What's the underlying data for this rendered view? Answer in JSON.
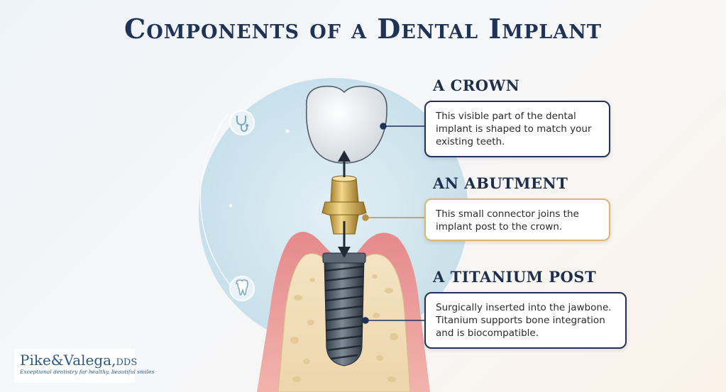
{
  "title": "Components of a Dental Implant",
  "components": [
    {
      "heading": "A CROWN",
      "description": "This visible part of the dental implant is shaped to match your existing teeth."
    },
    {
      "heading": "AN ABUTMENT",
      "description": "This small connector joins the implant post to the crown."
    },
    {
      "heading": "A TITANIUM POST",
      "description": "Surgically inserted into the jawbone. Titanium supports bone integration and is biocompatible."
    }
  ],
  "logo": {
    "name": "Pike&Valega,",
    "suffix": "DDS",
    "tagline": "Exceptional dentistry for healthy, beautiful smiles"
  },
  "icons": [
    "stethoscope-icon",
    "tooth-icon"
  ],
  "colors": {
    "title": "#1f3357",
    "box_border_dark": "#1f3357",
    "box_border_gold": "#d8b970",
    "logo": "#2a5a8c"
  }
}
